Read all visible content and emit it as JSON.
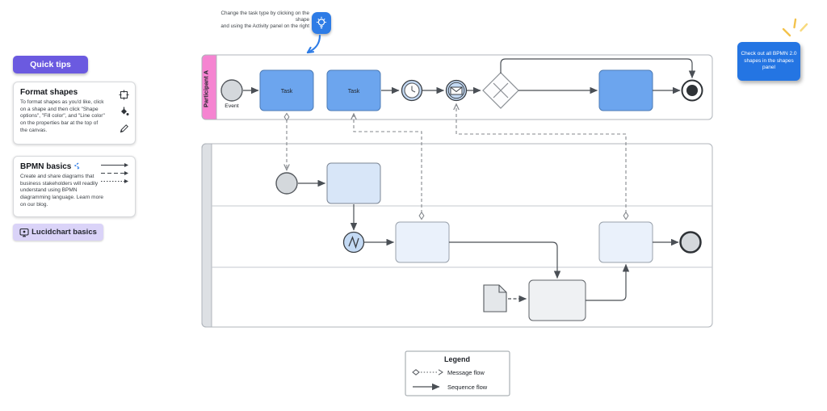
{
  "colors": {
    "accent-purple": "#6b5ae0",
    "pill-purple": "#dad3f8",
    "chip-blue": "#2e7ce6",
    "callout-blue": "#2475e3",
    "arrow-blue": "#2e7ce6",
    "sparkle-yellow": "#f3c24b",
    "pool-pink": "#f584d1",
    "lane-band": "#dde0e4",
    "task-blue": "#6ca5ee",
    "task-light": "#d8e6f8",
    "task-lighter": "#eaf1fb",
    "event-gray": "#d4d8dc",
    "event-blue": "#c4daf4"
  },
  "sidebar": {
    "quick_tips_label": "Quick tips",
    "format_card": {
      "title": "Format shapes",
      "body": "To format shapes as you'd like, click on a shape and then click \"Shape options\", \"Fill color\", and \"Line color\" on the properties bar at the top of the canvas.",
      "icons": [
        "transform-icon",
        "fill-color-bucket-icon",
        "line-color-pencil-icon"
      ]
    },
    "bpmn_card": {
      "title": "BPMN basics",
      "body": "Create and share diagrams that business stakeholders will readily understand using BPMN diagramming language. Learn more on our blog.",
      "icons": [
        "solid-arrow-icon",
        "dashed-arrow-icon",
        "dotted-arrow-icon"
      ]
    },
    "lucid_pill_label": "Lucidchart basics",
    "lucid_pill_icon": "webinar-monitor-icon"
  },
  "note": {
    "line1": "Change the task type by clicking on the shape",
    "line2": "and using the Activity panel on the right",
    "icon": "lightbulb-icon"
  },
  "callout": {
    "text": "Check out all BPMN 2.0 shapes in the shapes panel"
  },
  "diagram": {
    "pool_label": "Participant A",
    "start_event_label": "Event",
    "task1_label": "Task",
    "task2_label": "Task"
  },
  "legend": {
    "title": "Legend",
    "message_flow_label": "Message flow",
    "sequence_flow_label": "Sequence flow"
  }
}
